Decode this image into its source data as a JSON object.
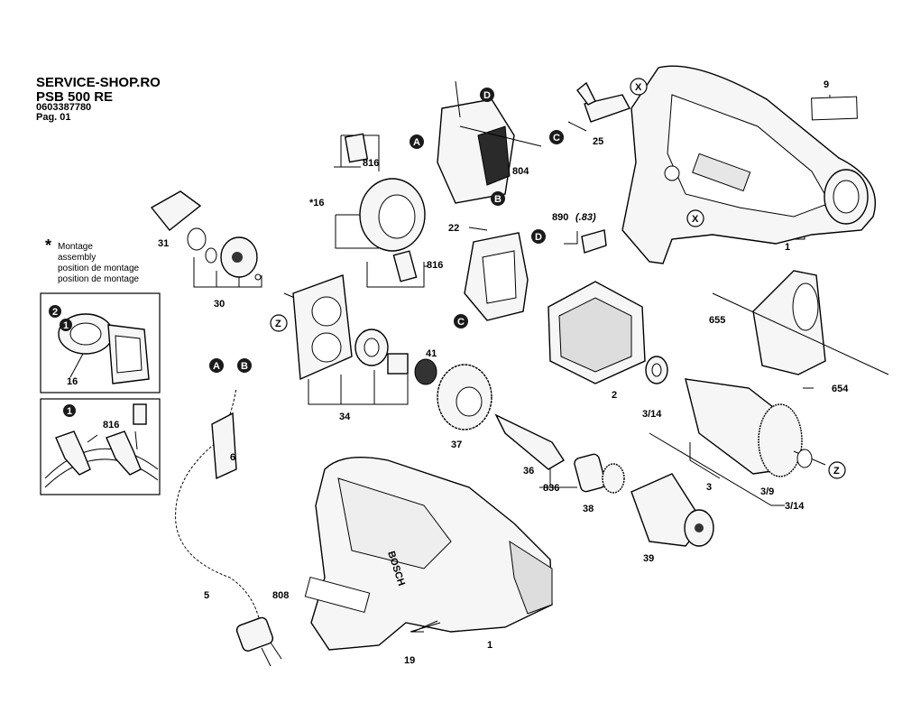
{
  "header": {
    "shop": "SERVICE-SHOP.RO",
    "model": "PSB 500 RE",
    "code": "0603387780",
    "page": "Pag. 01"
  },
  "note": {
    "symbol": "*",
    "lines": [
      "Montage",
      "assembly",
      "position de montage",
      "position de montage"
    ]
  },
  "brand": "BOSCH",
  "markers": {
    "A": "A",
    "B": "B",
    "C": "C",
    "D": "D",
    "X": "X",
    "Z": "Z",
    "one": "1",
    "two": "2"
  },
  "labels": {
    "p1": "1",
    "p1b": "1",
    "p2": "2",
    "p3": "3",
    "p5": "5",
    "p6": "6",
    "p9": "9",
    "p16": "16",
    "p16s": "*16",
    "p19": "19",
    "p22": "22",
    "p25": "25",
    "p30": "30",
    "p31": "31",
    "p34": "34",
    "p36": "36",
    "p37": "37",
    "p38": "38",
    "p39": "39",
    "p41": "41",
    "p314a": "3/14",
    "p39b": "3/9",
    "p314b": "3/14",
    "p654": "654",
    "p655": "655",
    "p804": "804",
    "p808": "808",
    "p816a": "816",
    "p816b": "816",
    "p816c": "816",
    "p836": "836",
    "p890": "890",
    "p890b": "(.83)"
  }
}
